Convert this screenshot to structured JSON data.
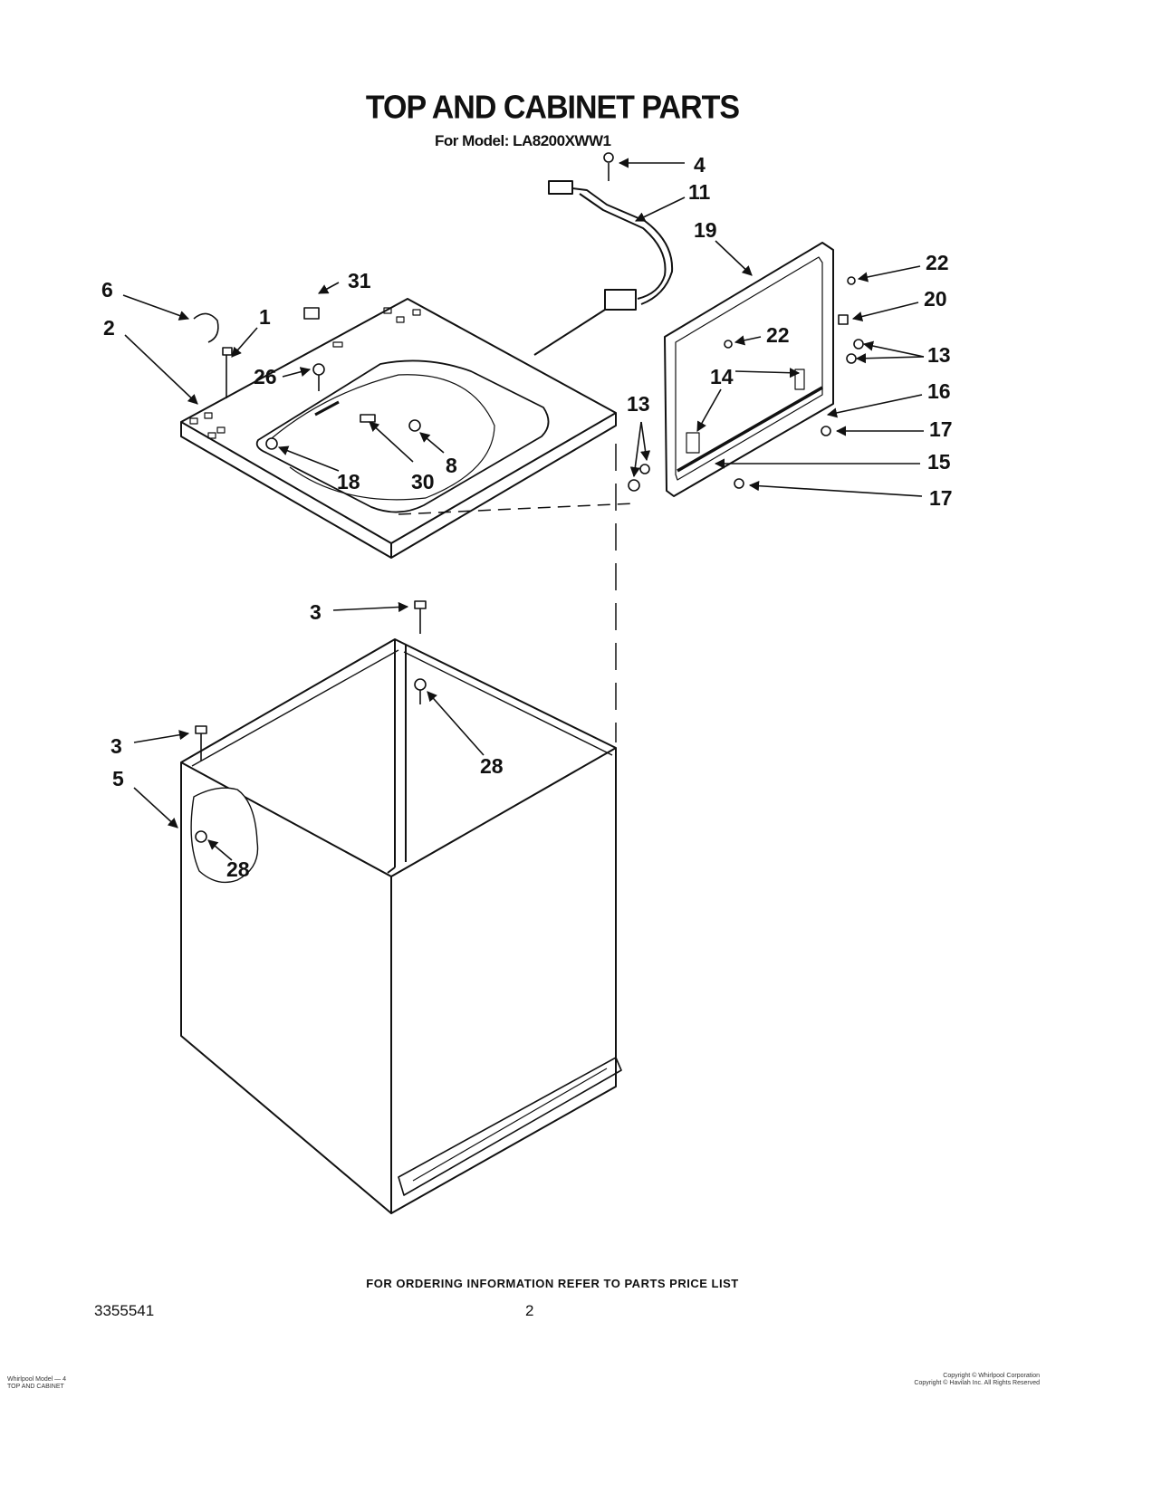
{
  "header": {
    "title": "TOP AND CABINET PARTS",
    "model_line": "For Model: LA8200XWW1"
  },
  "callouts": {
    "c4": "4",
    "c11": "11",
    "c19": "19",
    "c22a": "22",
    "c20": "20",
    "c22b": "22",
    "c13a": "13",
    "c14": "14",
    "c16": "16",
    "c13b": "13",
    "c17a": "17",
    "c15": "15",
    "c17b": "17",
    "c6": "6",
    "c31": "31",
    "c1": "1",
    "c2": "2",
    "c26": "26",
    "c8": "8",
    "c18": "18",
    "c30": "30",
    "c3a": "3",
    "c28a": "28",
    "c3b": "3",
    "c5": "5",
    "c28b": "28"
  },
  "footer": {
    "ordering_note": "FOR ORDERING INFORMATION REFER TO PARTS PRICE LIST",
    "doc_number": "3355541",
    "page_number": "2",
    "left_fineprint": [
      "Whirlpool Model — 4",
      "TOP AND CABINET"
    ],
    "right_fineprint": [
      "Copyright © Whirlpool Corporation",
      "Copyright © Havilah Inc. All Rights Reserved"
    ]
  }
}
